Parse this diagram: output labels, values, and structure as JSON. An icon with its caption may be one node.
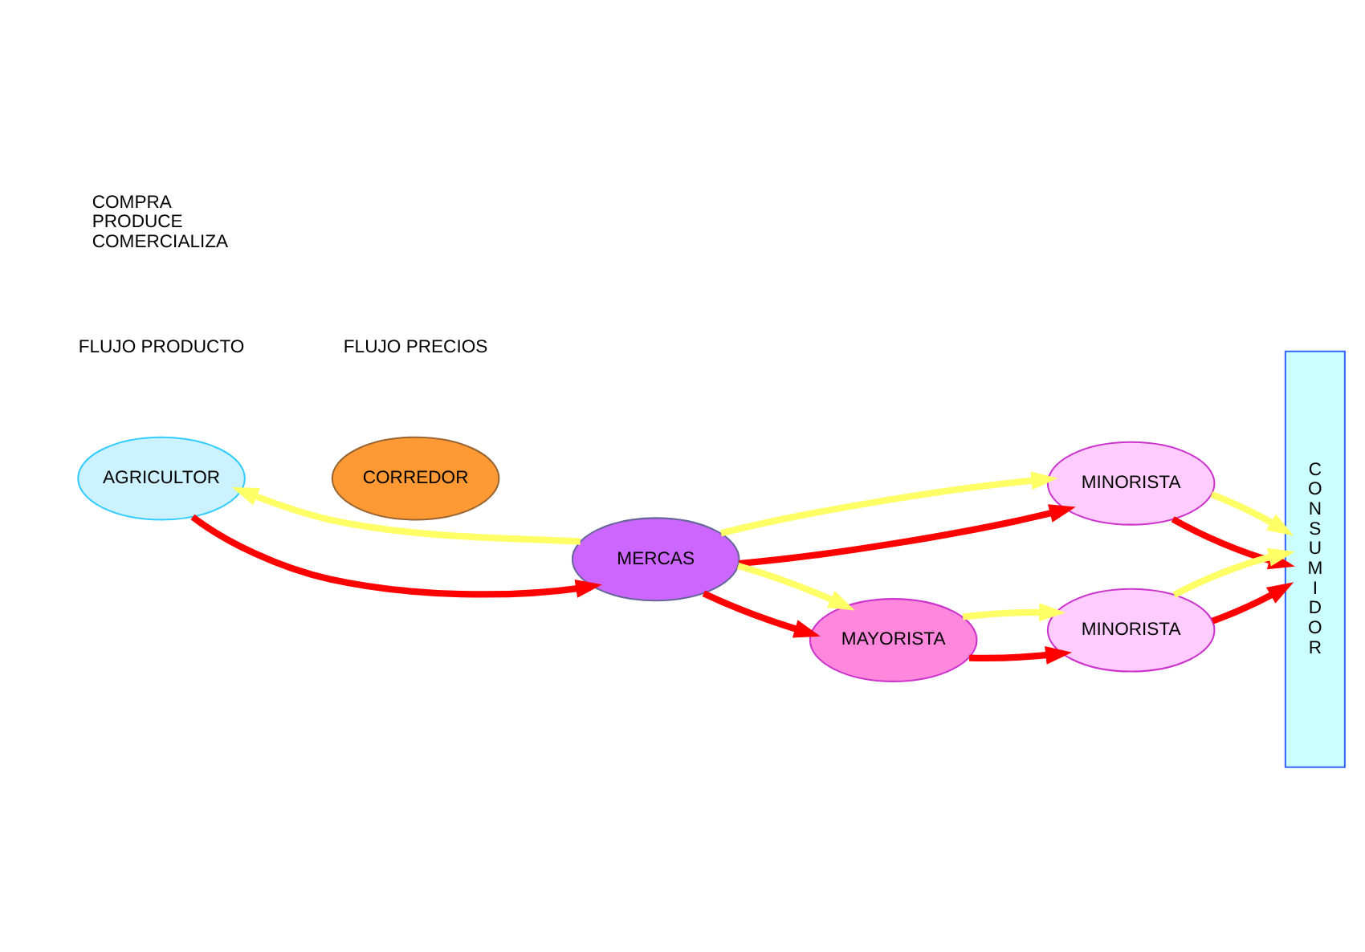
{
  "diagram": {
    "nodes": [
      {
        "text": [
          "AGRICULTOR"
        ]
      },
      {
        "text": [
          "CORREDOR"
        ]
      },
      {
        "text": [
          "MERCAS"
        ]
      },
      {
        "text": [
          "MINORISTA"
        ]
      },
      {
        "text": [
          "MAYORISTA"
        ]
      },
      {
        "text": [
          "MINORISTA"
        ]
      },
      {
        "text": [
          "CONSUMIDOR"
        ]
      }
    ],
    "edges": [
      {
        "from": 0,
        "to": 2,
        "arrow": "to",
        "color": "#ff0000"
      },
      {
        "from": 2,
        "to": 0,
        "arrow": "to",
        "color": "#ffff66"
      },
      {
        "from": 2,
        "to": 3,
        "arrow": "to",
        "color": "#ff0000"
      },
      {
        "from": 2,
        "to": 3,
        "arrow": "to",
        "color": "#ffff66"
      },
      {
        "from": 2,
        "to": 4,
        "arrow": "to",
        "color": "#ff0000"
      },
      {
        "from": 2,
        "to": 4,
        "arrow": "to",
        "color": "#ffff66"
      },
      {
        "from": 4,
        "to": 5,
        "arrow": "to",
        "color": "#ff0000"
      },
      {
        "from": 4,
        "to": 5,
        "arrow": "to",
        "color": "#ffff66"
      },
      {
        "from": 3,
        "to": 6,
        "arrow": "to",
        "color": "#ff0000"
      },
      {
        "from": 3,
        "to": 6,
        "arrow": "to",
        "color": "#ffff66"
      },
      {
        "from": 5,
        "to": 6,
        "arrow": "to",
        "color": "#ff0000"
      },
      {
        "from": 5,
        "to": 6,
        "arrow": "to",
        "color": "#ffff66"
      }
    ],
    "labels": [
      "COMPRA",
      "PRODUCE",
      "COMERCIALIZA"
    ],
    "legend": [
      {
        "text": "FLUJO PRODUCTO"
      },
      {
        "text": "FLUJO PRECIOS"
      }
    ]
  }
}
